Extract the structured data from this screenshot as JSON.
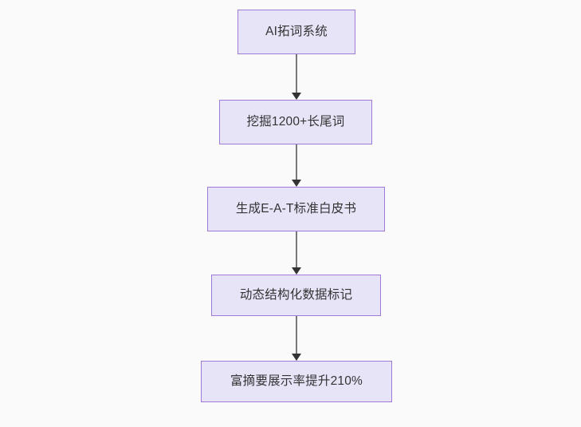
{
  "diagram": {
    "type": "flowchart",
    "direction": "top-to-bottom",
    "background_color": "#fafafa",
    "node_fill_color": "#e8e4f8",
    "node_border_color": "#9f79d8",
    "node_text_color": "#333333",
    "edge_line_color": "#77787b",
    "edge_arrow_color": "#333333",
    "nodes": [
      {
        "id": "n1",
        "label": "AI拓词系统"
      },
      {
        "id": "n2",
        "label": "挖掘1200+长尾词"
      },
      {
        "id": "n3",
        "label": "生成E-A-T标准白皮书"
      },
      {
        "id": "n4",
        "label": "动态结构化数据标记"
      },
      {
        "id": "n5",
        "label": "富摘要展示率提升210%"
      }
    ],
    "edges": [
      {
        "from": "n1",
        "to": "n2",
        "arrow": "arrow-down-icon"
      },
      {
        "from": "n2",
        "to": "n3",
        "arrow": "arrow-down-icon"
      },
      {
        "from": "n3",
        "to": "n4",
        "arrow": "arrow-down-icon"
      },
      {
        "from": "n4",
        "to": "n5",
        "arrow": "arrow-down-icon"
      }
    ]
  }
}
